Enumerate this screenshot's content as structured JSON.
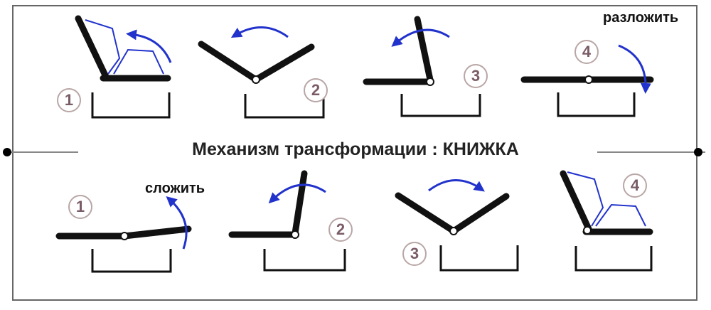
{
  "title": "Механизм трансформации : КНИЖКА",
  "labels": {
    "unfold": "разложить",
    "fold": "сложить"
  },
  "top_row_steps": [
    "1",
    "2",
    "3",
    "4"
  ],
  "bottom_row_steps": [
    "1",
    "2",
    "3",
    "4"
  ],
  "colors": {
    "frame": "#555555",
    "sofa": "#111111",
    "arrow": "#2233cc",
    "outline": "#2233cc",
    "step_border": "#b9a6a6",
    "step_text": "#7a5c66"
  }
}
